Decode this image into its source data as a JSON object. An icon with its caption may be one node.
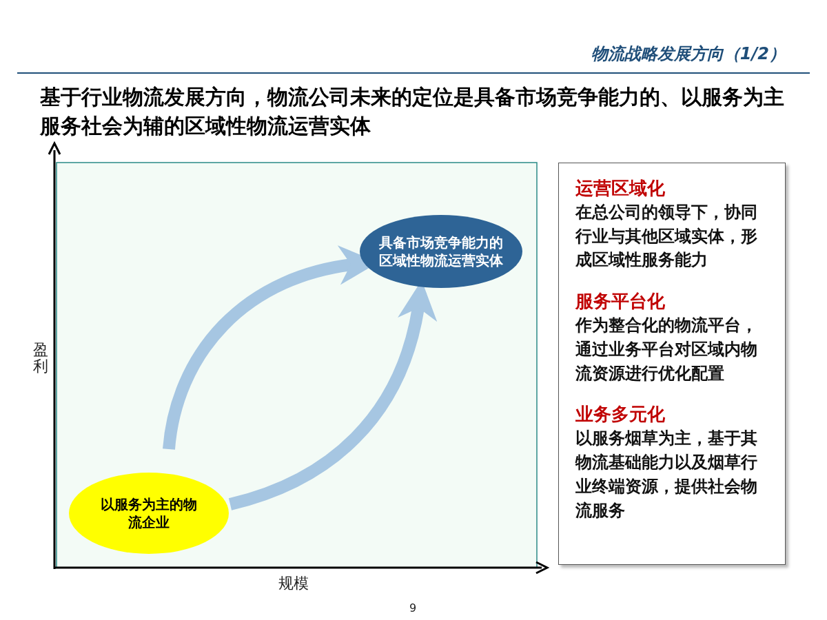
{
  "diagram": {
    "title": "物流战略发展方向（1/2）",
    "nodes": [
      {
        "text": [
          "以服务为主的物流企业"
        ]
      },
      {
        "text": [
          "具备市场竞争能力的区域性物流运营实体"
        ]
      },
      {
        "text": [
          "运营区域化",
          "在总公司的领导下，协同行业与其他区域实体，形成区域性服务能力",
          "服务平台化",
          "作为整合化的物流平台，通过业务平台对区域内物流资源进行优化配置",
          "业务多元化",
          "以服务烟草为主，基于其物流基础能力以及烟草行业终端资源，提供社会物流服务"
        ]
      }
    ],
    "edges": [
      {
        "from": 0,
        "to": 1,
        "arrow": "to"
      },
      {
        "from": 0,
        "to": 1,
        "arrow": "to"
      }
    ],
    "labels": [
      "基于行业物流发展方向，物流公司未来的定位是具备市场竞争能力的、以服务为主服务社会为辅的区域性物流运营实体",
      "盈利",
      "规模",
      "9"
    ]
  }
}
